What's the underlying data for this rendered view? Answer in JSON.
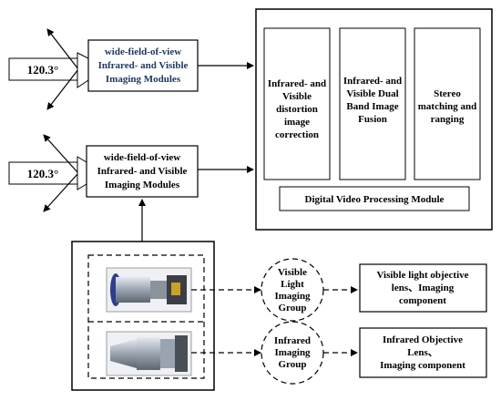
{
  "angle_top": "120.3°",
  "angle_bottom": "120.3°",
  "module_top": {
    "line1": "wide-field-of-view",
    "line2": "Infrared- and Visible",
    "line3": "Imaging Modules"
  },
  "module_bottom": {
    "line1": "wide-field-of-view",
    "line2": "Infrared- and Visible",
    "line3": "Imaging Modules"
  },
  "processing": {
    "col1": [
      "Infrared- and",
      "Visible",
      "distortion",
      "image",
      "correction"
    ],
    "col2": [
      "Infrared- and",
      "Visible Dual",
      "Band Image",
      "Fusion"
    ],
    "col3": [
      "Stereo",
      "matching and",
      "ranging"
    ],
    "module_label": "Digital Video Processing Module"
  },
  "groups": {
    "visible": [
      "Visible",
      "Light",
      "Imaging",
      "Group"
    ],
    "infrared": [
      "Infrared",
      "Imaging",
      "Group"
    ]
  },
  "components": {
    "visible": [
      "Visible light objective",
      "lens、Imaging",
      "component"
    ],
    "infrared": [
      "Infrared Objective",
      "Lens、",
      "Imaging component"
    ]
  },
  "colors": {
    "text_module": "#1f3864",
    "lens_body": "#9aa4b0",
    "lens_blue": "#2c3e91"
  }
}
